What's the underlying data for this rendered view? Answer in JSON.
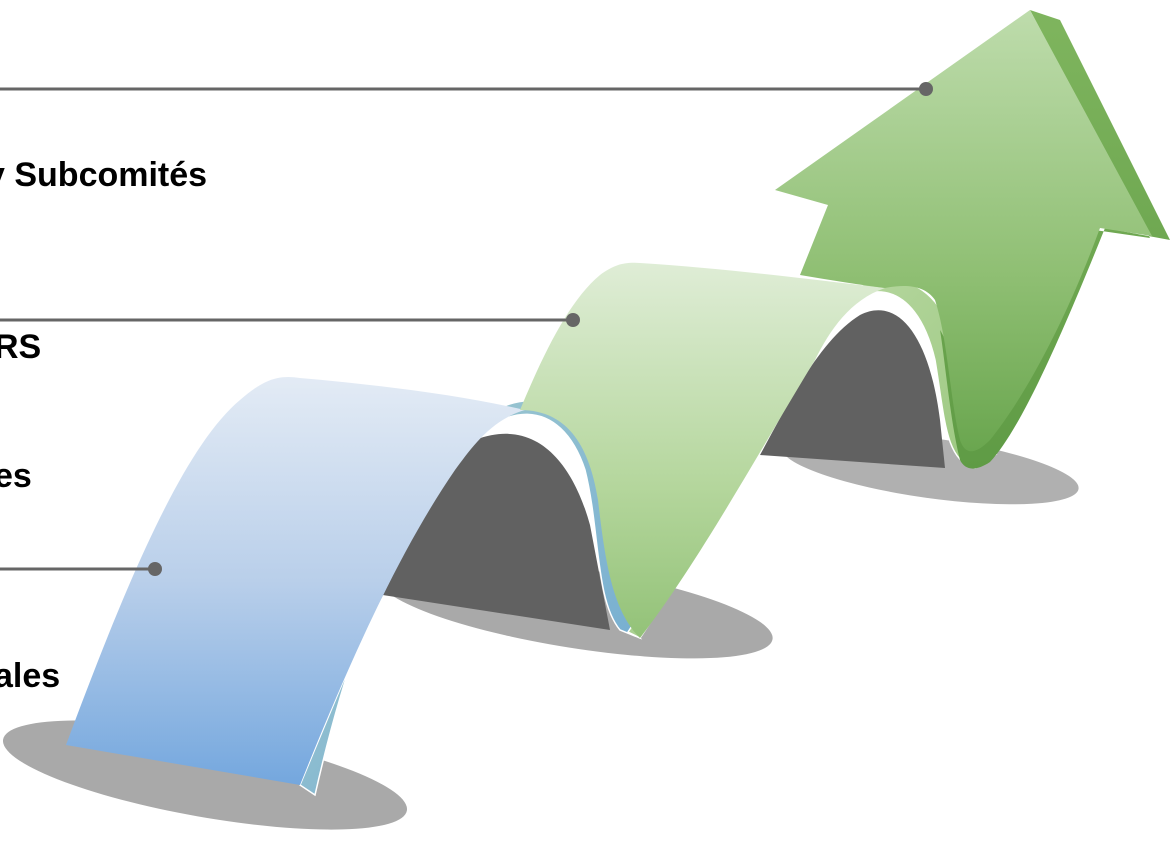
{
  "labels": [
    "y Subcomités",
    "RS",
    "es",
    "ales"
  ],
  "colors": {
    "connector": "#666666",
    "shadow": "#a9a9a9",
    "shadow_dark": "#5f5f5f",
    "blue_top": "#dfe8f3",
    "blue_bottom": "#78a8de",
    "green_light_top": "#dcebd2",
    "green_light_bottom": "#97c27b",
    "green_top": "#b9d9a4",
    "green_bottom": "#6aa64f"
  }
}
